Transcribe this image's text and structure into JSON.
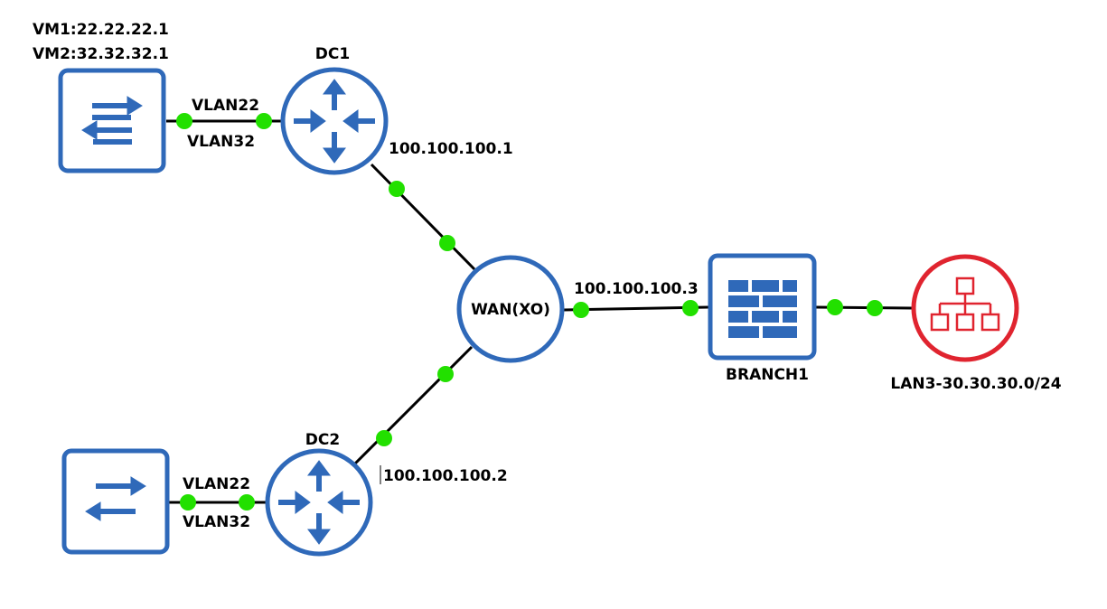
{
  "colors": {
    "device_blue": "#2f69b9",
    "lan_red": "#e0242f",
    "port_green": "#22e000",
    "link": "#000000"
  },
  "labels": {
    "vm1": "VM1:22.22.22.1",
    "vm2": "VM2:32.32.32.1",
    "dc1": "DC1",
    "dc2": "DC2",
    "dc1_vlan22": "VLAN22",
    "dc1_vlan32": "VLAN32",
    "dc2_vlan22": "VLAN22",
    "dc2_vlan32": "VLAN32",
    "dc1_ip": "100.100.100.1",
    "dc2_ip": "100.100.100.2",
    "branch_ip": "100.100.100.3",
    "wan": "WAN(XO)",
    "branch": "BRANCH1",
    "lan3": "LAN3-30.30.30.0/24"
  },
  "icons": {
    "switch": "switch-arrows-icon",
    "router": "router-arrows-icon",
    "firewall": "firewall-brick-icon",
    "lan": "network-hierarchy-icon"
  }
}
